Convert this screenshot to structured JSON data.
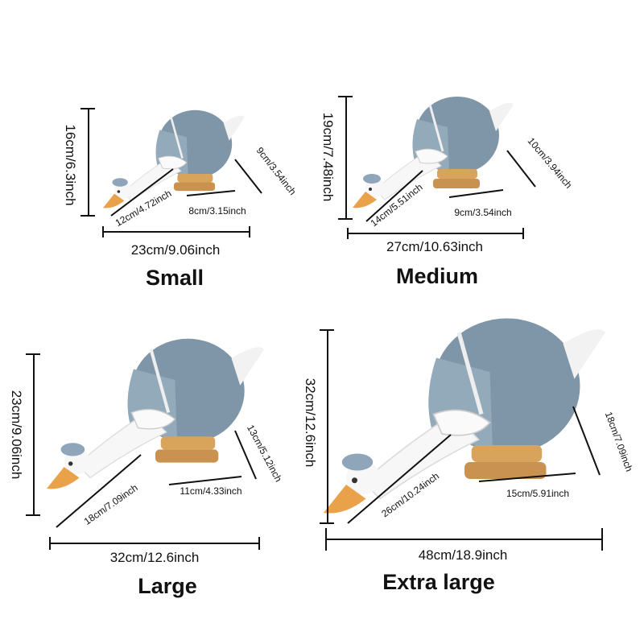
{
  "sizes": {
    "small": {
      "name": "Small",
      "height": "16cm/6.3inch",
      "width": "23cm/9.06inch",
      "neck": "12cm/4.72inch",
      "base": "8cm/3.15inch",
      "side": "9cm/3.54inch"
    },
    "medium": {
      "name": "Medium",
      "height": "19cm/7.48inch",
      "width": "27cm/10.63inch",
      "neck": "14cm/5.51inch",
      "base": "9cm/3.54inch",
      "side": "10cm/3.94inch"
    },
    "large": {
      "name": "Large",
      "height": "23cm/9.06inch",
      "width": "32cm/12.6inch",
      "neck": "18cm/7.09inch",
      "base": "11cm/4.33inch",
      "side": "13cm/5.12inch"
    },
    "xlarge": {
      "name": "Extra large",
      "height": "32cm/12.6inch",
      "width": "48cm/18.9inch",
      "neck": "26cm/10.24inch",
      "base": "15cm/5.91inch",
      "side": "18cm/7.09inch"
    }
  },
  "colors": {
    "body": "#7f95a8",
    "beak": "#e9a24a",
    "base": "#d8a45c"
  }
}
